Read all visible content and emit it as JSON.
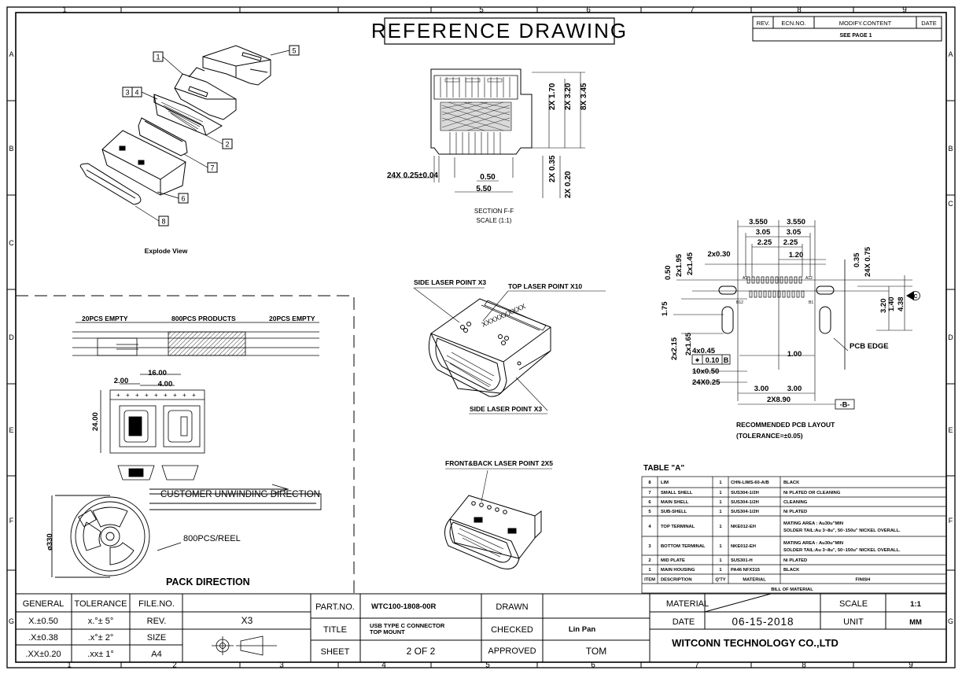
{
  "title": "REFERENCE DRAWING",
  "grid": {
    "cols": [
      "1",
      "2",
      "3",
      "4",
      "5",
      "6",
      "7",
      "8",
      "9"
    ],
    "rows": [
      "A",
      "B",
      "C",
      "D",
      "E",
      "F",
      "G"
    ]
  },
  "revision_block": {
    "headers": [
      "REV.",
      "ECN.NO.",
      "MODIFY.CONTENT",
      "DATE"
    ],
    "note": "SEE PAGE 1"
  },
  "explode_view": {
    "caption": "Explode View",
    "callouts": [
      "1",
      "5",
      "3",
      "4",
      "2",
      "7",
      "6",
      "8"
    ]
  },
  "section": {
    "caption_line1": "SECTION F-F",
    "caption_line2": "SCALE (1:1)",
    "dims": {
      "pitch": "24X 0.25±0.04",
      "d050": "0.50",
      "d550": "5.50",
      "v170": "2X 1.70",
      "v320": "2X 3.20",
      "v345": "8X 3.45",
      "v035": "2X 0.35",
      "v020": "2X 0.20"
    }
  },
  "laser": {
    "side_top": "SIDE LASER POINT X3",
    "top": "TOP LASER POINT X10",
    "side_bottom": "SIDE LASER POINT X3",
    "front_back": "FRONT&BACK LASER POINT 2X5"
  },
  "pcb_layout": {
    "caption_line1": "RECOMMENDED PCB LAYOUT",
    "caption_line2": "(TOLERANCE=±0.05)",
    "pcb_edge": "PCB EDGE",
    "datum_b": "-B-",
    "datum_c": "C",
    "dims": {
      "d3550a": "3.550",
      "d3550b": "3.550",
      "d305a": "3.05",
      "d305b": "3.05",
      "d225a": "2.25",
      "d225b": "2.25",
      "d120": "1.20",
      "d2x030": "2x0.30",
      "v050": "0.50",
      "v2x145": "2x1.45",
      "v2x195": "2x1.95",
      "v035": "0.35",
      "v24x075": "24X 0.75",
      "v320": "3.20",
      "v140": "1.40",
      "v438": "4.38",
      "v175": "1.75",
      "v2x165": "2x1.65",
      "v2x215": "2x2.15",
      "d4x045": "4x0.45",
      "tol_sym": "⌖",
      "tol_val": "0.10",
      "tol_ref": "B",
      "d100": "1.00",
      "d10x050": "10x0.50",
      "d24x025": "24X0.25",
      "d300a": "3.00",
      "d300b": "3.00",
      "d2x890": "2X8.90",
      "pin_a1": "A1",
      "pin_a12": "A12",
      "pin_b12": "B12",
      "pin_b1": "B1"
    }
  },
  "pack": {
    "empty_left": "20PCS EMPTY",
    "products": "800PCS PRODUCTS",
    "empty_right": "20PCS EMPTY",
    "d1600": "16.00",
    "d200": "2.00",
    "d400": "4.00",
    "d2400": "24.00",
    "unwinding": "CUSTOMER UNWINDING DIRECTION",
    "reel_qty": "800PCS/REEL",
    "diameter": "ø330",
    "direction": "PACK DIRECTION"
  },
  "table_a": {
    "title": "TABLE \"A\"",
    "rows": [
      {
        "item": "8",
        "desc": "LIM",
        "qty": "1",
        "material": "CHN-LIMS-60-A/B",
        "finish": "BLACK"
      },
      {
        "item": "7",
        "desc": "SMALL SHELL",
        "qty": "1",
        "material": "SUS304-1/2H",
        "finish": "Ni PLATED OR CLEANING"
      },
      {
        "item": "6",
        "desc": "MAIN SHELL",
        "qty": "1",
        "material": "SUS304-1/2H",
        "finish": "CLEANING"
      },
      {
        "item": "5",
        "desc": "SUB-SHELL",
        "qty": "1",
        "material": "SUS304-1/2H",
        "finish": "Ni PLATED"
      },
      {
        "item": "4",
        "desc": "TOP TERMINAL",
        "qty": "1",
        "material": "NKE012-EH",
        "finish": "MATING AREA : Au30u\"MIN",
        "finish2": "SOLDER TAIL:Au 3~8u\", 50~150u\" NICKEL OVERALL."
      },
      {
        "item": "3",
        "desc": "BOTTOM TERMINAL",
        "qty": "1",
        "material": "NKE012-EH",
        "finish": "MATING AREA : Au30u\"MIN",
        "finish2": "SOLDER TAIL:Au 3~8u\", 50~150u\" NICKEL OVERALL."
      },
      {
        "item": "2",
        "desc": "MID PLATE",
        "qty": "1",
        "material": "SUS301-H",
        "finish": "Ni PLATED"
      },
      {
        "item": "1",
        "desc": "MAIN HOUSING",
        "qty": "1",
        "material": "PA46 NFX315",
        "finish": "BLACK"
      }
    ],
    "header": {
      "item": "ITEM",
      "desc": "DESCRIPTION",
      "qty": "Q'TY",
      "material": "MATERIAL",
      "finish": "FINISH"
    },
    "footer": "BILL OF MATERIAL"
  },
  "title_block": {
    "general": "GENERAL",
    "tolerance": "TOLERANCE",
    "file_no": "FILE.NO.",
    "x_tol": "X.±0.50",
    "xa_tol": "x.°± 5°",
    "rev": "REV.",
    "x3": "X3",
    "xx_tol": ".X±0.38",
    "xxa_tol": ".x°± 2°",
    "size": "SIZE",
    "xxx_tol": ".XX±0.20",
    "xxxa_tol": ".xx± 1°",
    "a4": "A4",
    "part_no_label": "PART.NO.",
    "part_no": "WTC100-1808-00R",
    "drawn": "DRAWN",
    "title_label": "TITLE",
    "title_line1": "USB TYPE C CONNECTOR",
    "title_line2": "TOP MOUNT",
    "checked": "CHECKED",
    "checked_by": "Lin Pan",
    "sheet_label": "SHEET",
    "sheet": "2 OF 2",
    "approved": "APPROVED",
    "approved_by": "TOM",
    "material_label": "MATERIAL",
    "scale_label": "SCALE",
    "scale": "1:1",
    "date_label": "DATE",
    "date": "06-15-2018",
    "unit_label": "UNIT",
    "unit": "MM",
    "company": "WITCONN TECHNOLOGY CO.,LTD"
  }
}
